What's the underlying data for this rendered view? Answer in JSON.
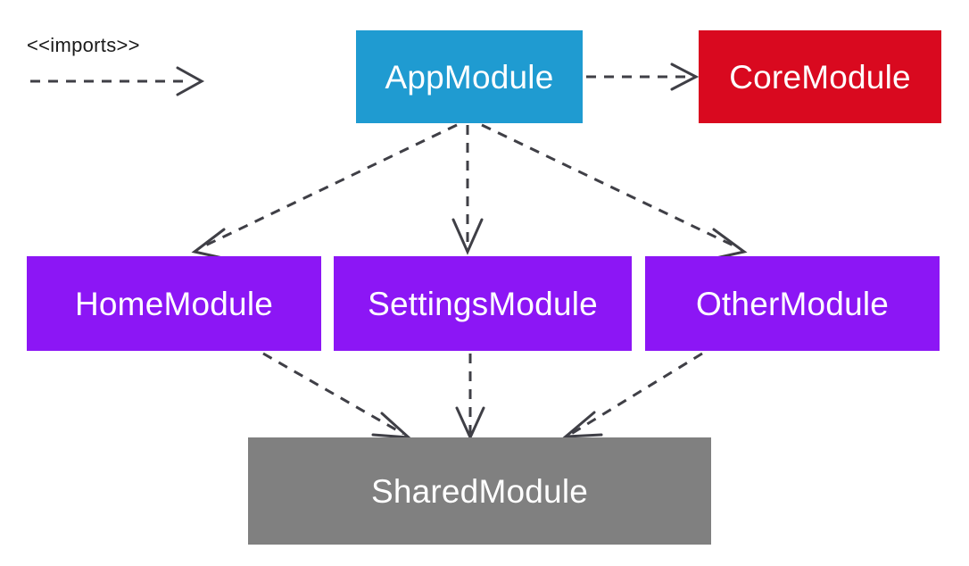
{
  "diagram": {
    "type": "uml-module-dependency-diagram",
    "background": "#ffffff",
    "legend": {
      "label": "<<imports>>",
      "arrow_style": "dashed-open-arrow",
      "arrow_color": "#3f3f46"
    },
    "nodes": [
      {
        "id": "app",
        "label": "AppModule",
        "color": "#1f9bd1",
        "text_color": "#ffffff"
      },
      {
        "id": "core",
        "label": "CoreModule",
        "color": "#d9091f",
        "text_color": "#ffffff"
      },
      {
        "id": "home",
        "label": "HomeModule",
        "color": "#8c16f5",
        "text_color": "#ffffff"
      },
      {
        "id": "settings",
        "label": "SettingsModule",
        "color": "#8c16f5",
        "text_color": "#ffffff"
      },
      {
        "id": "other",
        "label": "OtherModule",
        "color": "#8c16f5",
        "text_color": "#ffffff"
      },
      {
        "id": "shared",
        "label": "SharedModule",
        "color": "#808080",
        "text_color": "#ffffff"
      }
    ],
    "edges": [
      {
        "from": "app",
        "to": "core",
        "relation": "imports"
      },
      {
        "from": "app",
        "to": "home",
        "relation": "imports"
      },
      {
        "from": "app",
        "to": "settings",
        "relation": "imports"
      },
      {
        "from": "app",
        "to": "other",
        "relation": "imports"
      },
      {
        "from": "home",
        "to": "shared",
        "relation": "imports"
      },
      {
        "from": "settings",
        "to": "shared",
        "relation": "imports"
      },
      {
        "from": "other",
        "to": "shared",
        "relation": "imports"
      }
    ]
  }
}
